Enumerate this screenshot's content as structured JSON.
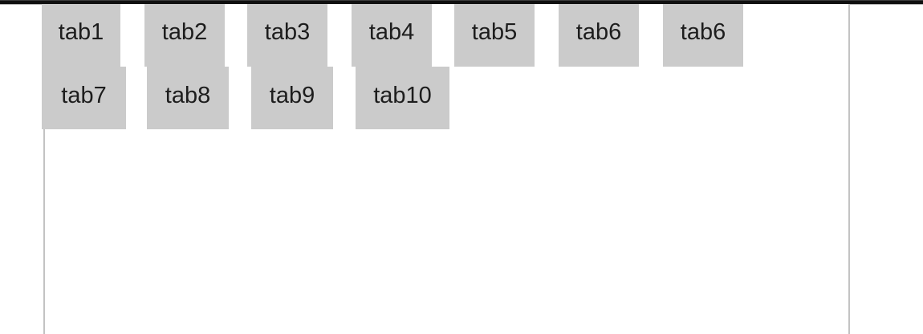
{
  "tabbar": {
    "row1": [
      {
        "label": "tab1"
      },
      {
        "label": "tab2"
      },
      {
        "label": "tab3"
      },
      {
        "label": "tab4"
      },
      {
        "label": "tab5"
      },
      {
        "label": "tab6"
      },
      {
        "label": "tab6"
      }
    ],
    "row2": [
      {
        "label": "tab7"
      },
      {
        "label": "tab8"
      },
      {
        "label": "tab9"
      },
      {
        "label": "tab10"
      }
    ]
  },
  "colors": {
    "topbar": "#101010",
    "topbar_underline": "#b5b5b5",
    "tab_background": "#cbcbcb",
    "tab_text": "#1d1d1d",
    "panel_border": "#c3c3c3",
    "page_background": "#ffffff"
  }
}
